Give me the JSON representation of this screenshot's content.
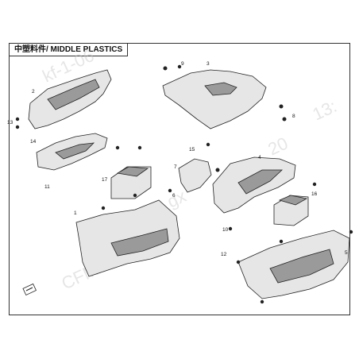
{
  "title": "中塑料件/ MIDDLE PLASTICS",
  "watermarks": [
    "kf-1-06",
    "CFMOTO",
    "13:",
    "20",
    "gx"
  ],
  "callouts": [
    {
      "n": "1"
    },
    {
      "n": "2"
    },
    {
      "n": "3"
    },
    {
      "n": "4"
    },
    {
      "n": "5"
    },
    {
      "n": "6"
    },
    {
      "n": "7"
    },
    {
      "n": "8"
    },
    {
      "n": "9"
    },
    {
      "n": "10"
    },
    {
      "n": "11"
    },
    {
      "n": "12"
    },
    {
      "n": "13"
    },
    {
      "n": "14"
    },
    {
      "n": "15"
    },
    {
      "n": "16"
    },
    {
      "n": "17"
    }
  ],
  "colors": {
    "line": "#222222",
    "part_fill": "#e6e6e6",
    "part_dark": "#9a9a9a",
    "frame": "#333333"
  }
}
